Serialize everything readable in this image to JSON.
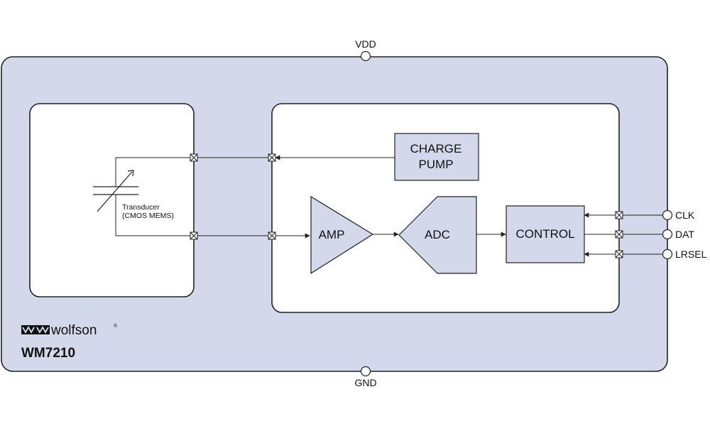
{
  "colors": {
    "package_fill": "#d4d8eb",
    "block_fill": "#d4d8eb",
    "outline": "#222222",
    "white": "#ffffff"
  },
  "pins": {
    "vdd": "VDD",
    "gnd": "GND",
    "clk": "CLK",
    "dat": "DAT",
    "lrsel": "LRSEL"
  },
  "blocks": {
    "charge_pump_line1": "CHARGE",
    "charge_pump_line2": "PUMP",
    "amp": "AMP",
    "adc": "ADC",
    "control": "CONTROL"
  },
  "transducer": {
    "line1": "Transducer",
    "line2": "(CMOS MEMS)"
  },
  "branding": {
    "logo_text": "wolfson",
    "logo_mark": "registered",
    "part_number": "WM7210"
  }
}
